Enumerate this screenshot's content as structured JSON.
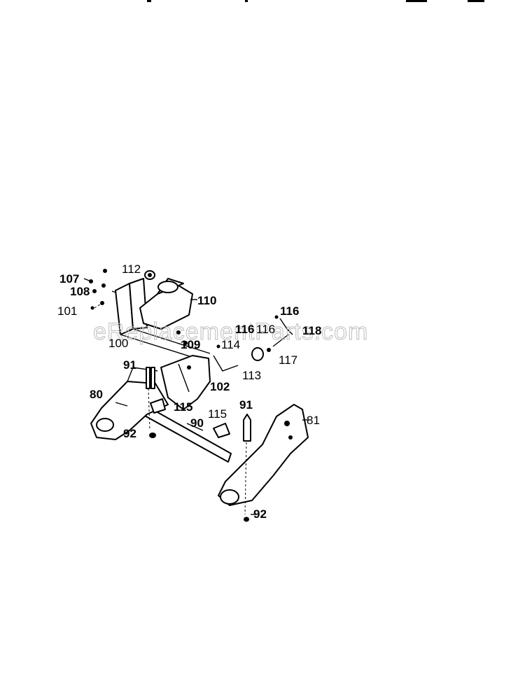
{
  "diagram": {
    "watermark": "eReplacementParts.com",
    "labels": [
      {
        "id": "107",
        "text": "107"
      },
      {
        "id": "108",
        "text": "108"
      },
      {
        "id": "101",
        "text": "101"
      },
      {
        "id": "112",
        "text": "112"
      },
      {
        "id": "110",
        "text": "110"
      },
      {
        "id": "100",
        "text": "100"
      },
      {
        "id": "109",
        "text": "109"
      },
      {
        "id": "116a",
        "text": "116"
      },
      {
        "id": "116b",
        "text": "116"
      },
      {
        "id": "116c",
        "text": "116"
      },
      {
        "id": "118",
        "text": "118"
      },
      {
        "id": "114",
        "text": "114"
      },
      {
        "id": "117",
        "text": "117"
      },
      {
        "id": "113",
        "text": "113"
      },
      {
        "id": "91a",
        "text": "91"
      },
      {
        "id": "102",
        "text": "102"
      },
      {
        "id": "80",
        "text": "80"
      },
      {
        "id": "115a",
        "text": "115"
      },
      {
        "id": "115b",
        "text": "115"
      },
      {
        "id": "91b",
        "text": "91"
      },
      {
        "id": "81",
        "text": "81"
      },
      {
        "id": "90",
        "text": "90"
      },
      {
        "id": "92a",
        "text": "92"
      },
      {
        "id": "92b",
        "text": "92"
      }
    ]
  }
}
